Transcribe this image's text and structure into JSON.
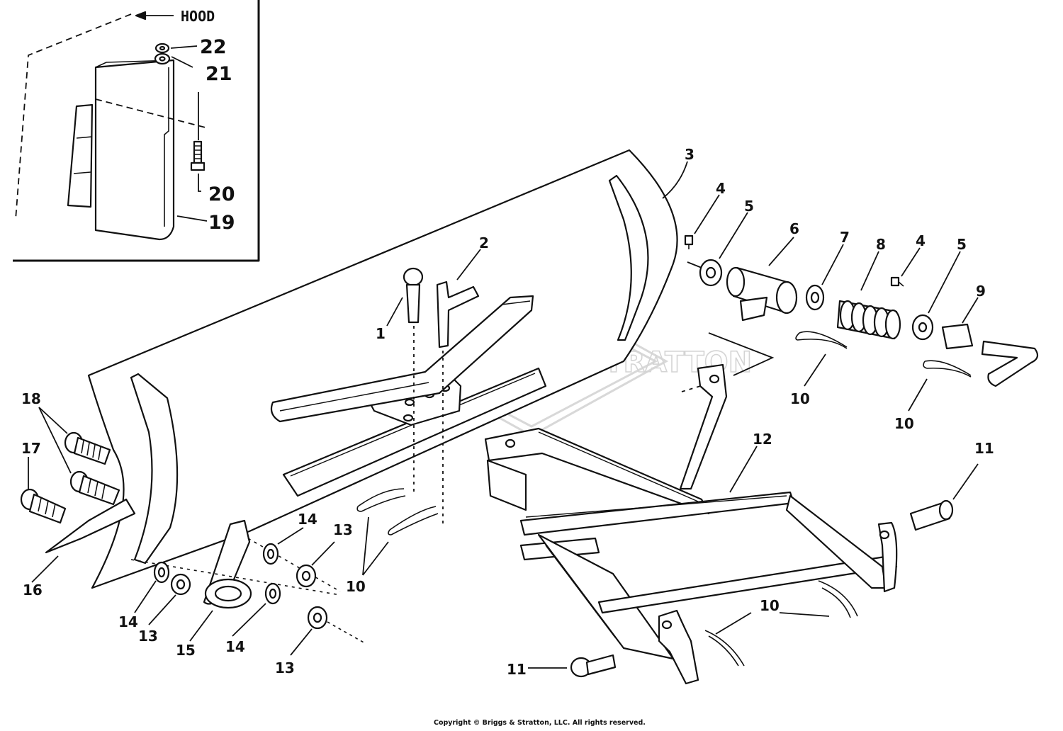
{
  "diagram": {
    "inset": {
      "hood_label": "HOOD"
    },
    "callouts": [
      {
        "id": "c1",
        "label": "1"
      },
      {
        "id": "c2",
        "label": "2"
      },
      {
        "id": "c3",
        "label": "3"
      },
      {
        "id": "c4a",
        "label": "4"
      },
      {
        "id": "c4b",
        "label": "4"
      },
      {
        "id": "c5a",
        "label": "5"
      },
      {
        "id": "c5b",
        "label": "5"
      },
      {
        "id": "c6",
        "label": "6"
      },
      {
        "id": "c7",
        "label": "7"
      },
      {
        "id": "c8",
        "label": "8"
      },
      {
        "id": "c9",
        "label": "9"
      },
      {
        "id": "c10a",
        "label": "10"
      },
      {
        "id": "c10b",
        "label": "10"
      },
      {
        "id": "c10c",
        "label": "10"
      },
      {
        "id": "c10d",
        "label": "10"
      },
      {
        "id": "c11a",
        "label": "11"
      },
      {
        "id": "c11b",
        "label": "11"
      },
      {
        "id": "c12",
        "label": "12"
      },
      {
        "id": "c13a",
        "label": "13"
      },
      {
        "id": "c13b",
        "label": "13"
      },
      {
        "id": "c13c",
        "label": "13"
      },
      {
        "id": "c14a",
        "label": "14"
      },
      {
        "id": "c14b",
        "label": "14"
      },
      {
        "id": "c14c",
        "label": "14"
      },
      {
        "id": "c15",
        "label": "15"
      },
      {
        "id": "c16",
        "label": "16"
      },
      {
        "id": "c17",
        "label": "17"
      },
      {
        "id": "c18",
        "label": "18"
      },
      {
        "id": "c19",
        "label": "19"
      },
      {
        "id": "c20",
        "label": "20"
      },
      {
        "id": "c21",
        "label": "21"
      },
      {
        "id": "c22",
        "label": "22"
      }
    ]
  },
  "footer": {
    "copyright": "Copyright © Briggs & Stratton, LLC. All rights reserved."
  }
}
